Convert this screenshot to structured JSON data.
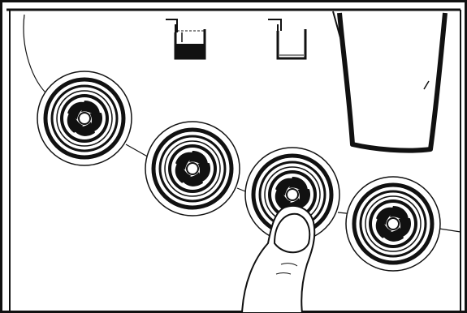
{
  "figure": {
    "reference_number": "13099"
  },
  "icons": {
    "container_full": "container-full-icon",
    "container_empty": "container-empty-icon"
  },
  "buttons": [
    {
      "name": "dispense-button-1",
      "pressed": false
    },
    {
      "name": "dispense-button-2",
      "pressed": false
    },
    {
      "name": "dispense-button-3",
      "pressed": true
    },
    {
      "name": "dispense-button-4",
      "pressed": false
    }
  ],
  "colors": {
    "ink": "#111111",
    "background": "#ffffff"
  }
}
